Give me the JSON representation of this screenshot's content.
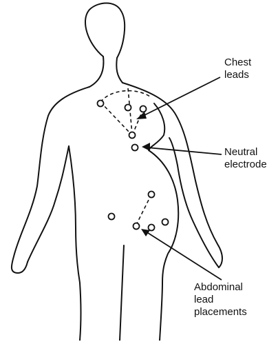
{
  "labels": {
    "chest": "Chest\nleads",
    "neutral": "Neutral\nelectrode",
    "abdominal": "Abdominal\nlead\nplacements"
  },
  "icons": {
    "body_outline": "female-torso-outline-icon",
    "electrode": "electrode-circle-icon",
    "arrow": "arrow-icon"
  },
  "colors": {
    "ink": "#111111",
    "background": "#ffffff"
  }
}
